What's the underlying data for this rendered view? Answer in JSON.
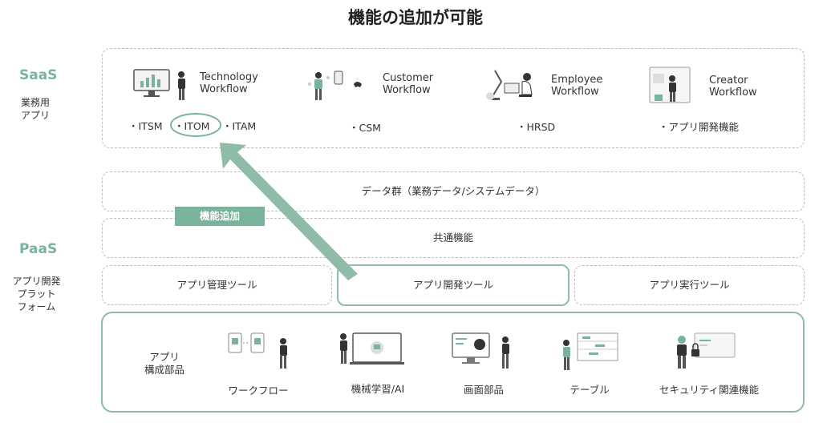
{
  "title": "機能の追加が可能",
  "saas": {
    "name": "SaaS",
    "sub_line1": "業務用",
    "sub_line2": "アプリ"
  },
  "paas": {
    "name": "PaaS",
    "sub_line1": "アプリ開発",
    "sub_line2": "プラット",
    "sub_line3": "フォーム"
  },
  "workflows": [
    {
      "line1": "Technology",
      "line2": "Workflow"
    },
    {
      "line1": "Customer",
      "line2": "Workflow"
    },
    {
      "line1": "Employee",
      "line2": "Workflow"
    },
    {
      "line1": "Creator",
      "line2": "Workflow"
    }
  ],
  "modules": {
    "itsm": "・ITSM",
    "itom": "・ITOM",
    "itam": "・ITAM",
    "csm": "・CSM",
    "hrsd": "・HRSD",
    "app_dev": "・アプリ開発機能"
  },
  "data_layer": "データ群（業務データ/システムデータ）",
  "common": "共通機能",
  "tools": {
    "manage": "アプリ管理ツール",
    "develop": "アプリ開発ツール",
    "run": "アプリ実行ツール"
  },
  "badge": "機能追加",
  "components": {
    "label_line1": "アプリ",
    "label_line2": "構成部品",
    "items": [
      "ワークフロー",
      "機械学習/AI",
      "画面部品",
      "テーブル",
      "セキュリティ関連機能"
    ]
  },
  "colors": {
    "accent": "#7ab39b",
    "arrow": "#8fbca8",
    "dashed_border": "#bdbdbd"
  }
}
